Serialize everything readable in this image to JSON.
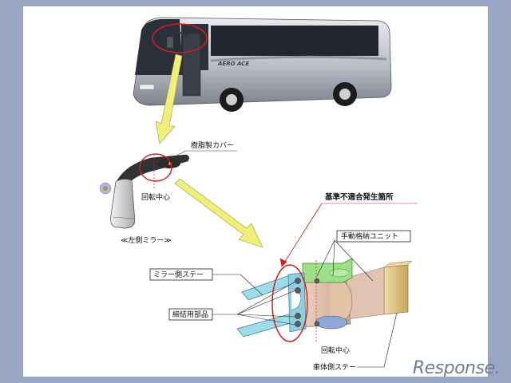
{
  "labels": {
    "resin_cover": "樹脂製カバー",
    "rotation_center_top": "回転中心",
    "left_mirror": "≪左側ミラー≫",
    "nonconformity": "基準不適合発生箇所",
    "manual_unit": "手動格納ユニット",
    "mirror_stay": "ミラー側ステー",
    "fastening_parts": "締結用部品",
    "rotation_center_bottom": "回転中心",
    "body_stay": "車体側ステー"
  },
  "bus": {
    "brand_text": "AERO ACE"
  },
  "watermark": "Response.",
  "colors": {
    "frame": "#9aa7c4",
    "highlight_red": "#d0201e",
    "arrow_yellow": "#efef7a",
    "unit_green": "#9ee08a",
    "stay_cyan": "#9fdcea",
    "body_stay_tan": "#d8c080"
  }
}
